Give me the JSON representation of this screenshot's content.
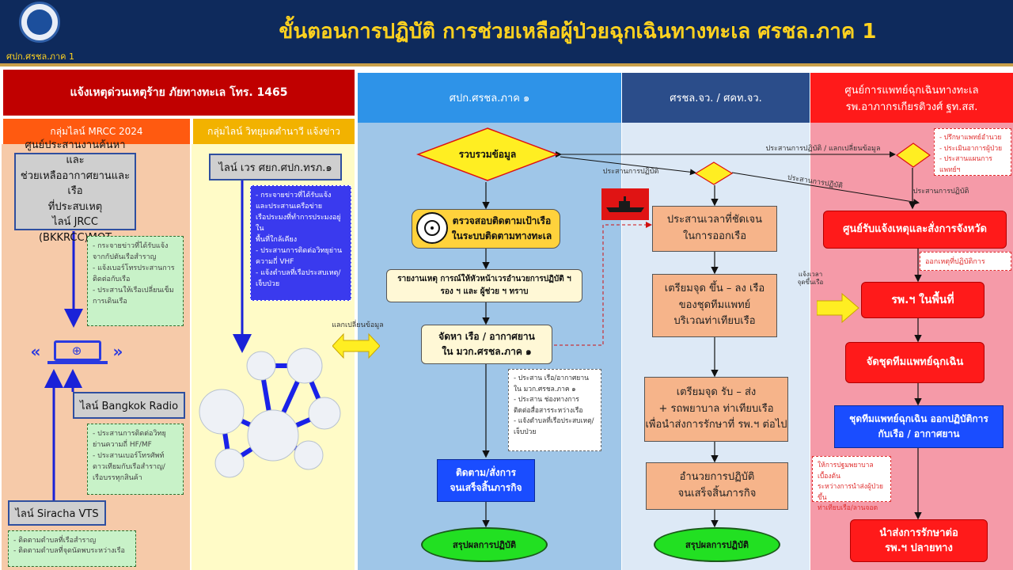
{
  "title": "ขั้นตอนการปฏิบัติ การช่วยเหลือผู้ป่วยฉุกเฉินทางทะเล ศรชล.ภาค 1",
  "logo_text": "ศปก.ศรชล.ภาค 1",
  "headers": {
    "report": "แจ้งเหตุด่วนเหตุร้าย  ภัยทางทะเล  โทร.  1465",
    "mrcc": "กลุ่มไลน์  MRCC 2024",
    "radio": "กลุ่มไลน์  วิทยุมดตำนาวี  แจ้งข่าว",
    "col3": "ศปก.ศรชล.ภาค  ๑",
    "col4": "ศรชล.จว.  / ศคท.จว.",
    "col5": "ศูนย์การแพทย์ฉุกเฉินทางทะเล\nรพ.อาภากรเกียรติวงศ์ ฐท.สส."
  },
  "col1": {
    "jrcc_box": "ศูนย์ประสานงานค้นหาและ\nช่วยเหลืออากาศยานและเรือ\nที่ประสบเหตุ\nไลน์ JRCC (BKKRCC)MOT",
    "jrcc_note": "- กระจายข่าวที่ได้รับแจ้ง\n  จากกัปตันเรือสำราญ\n- แจ้งเบอร์โทรประสานการ\n  ติดต่อกับเรือ\n- ประสานให้เรือเปลี่ยนเข็ม\n  การเดินเรือ",
    "bangkok_radio": "ไลน์ Bangkok Radio",
    "radio_note": "- ประสานการติดต่อวิทยุ\n  ย่านความถี่ HF/MF\n- ประสานเบอร์โทรศัพท์\n  ดาวเทียมกับเรือสำราญ/\n  เรือบรรทุกสินค้า",
    "siracha": "ไลน์  Siracha VTS",
    "siracha_note": "- ติดตามตำบลที่เรือสำราญ\n- ติดตามตำบลที่จุดนัดพบระหว่างเรือ"
  },
  "col2": {
    "line_box": "ไลน์ เวร ศยก.ศปก.ทรภ.๑",
    "note": "- กระจายข่าวที่ได้รับแจ้ง\n  และประสานเครือข่าย\n  เรือประมงที่ทำการประมงอยู่ใน\n  พื้นที่ใกล้เคียง\n- ประสานการติดต่อวิทยุย่าน\n  ความถี่ VHF\n- แจ้งตำบลที่เรือประสบเหตุ/\n  เจ็บป่วย"
  },
  "col3": {
    "diamond": "รวบรวมข้อมูล",
    "track": "ตรวจสอบติดตามเป้าเรือ\nในระบบติดตามทางทะเล",
    "report": "รายงานเหตุ การณ์ให้หัวหน้าเวรอำนวยการปฏิบัติ  ฯ\nรอง ฯ และ ผู้ช่วย ฯ ทราบ",
    "provide": "จัดหา เรือ / อากาศยาน\nใน มวก.ศรชล.ภาค ๑",
    "note": "- ประสาน เรือ/อากาศยาน\n  ใน มวก.ศรชล.ภาค ๑\n- ประสาน ช่องทางการ\n  ติดต่อสื่อสารระหว่างเรือ\n- แจ้งตำบลที่เรือประสบเหตุ/\n  เจ็บป่วย",
    "follow": "ติดตาม/สั่งการ\nจนเสร็จสิ้นภารกิจ",
    "summary": "สรุปผลการปฏิบัติ",
    "exchange_label": "แลกเปลี่ยนข้อมูล"
  },
  "col4": {
    "coord_label": "ประสานการปฏิบัติ",
    "time": "ประสานเวลาที่ชัดเจน\nในการออกเรือ",
    "prepare": "เตรียมจุด ขึ้น – ลง เรือ\nของชุดทีมแพทย์\nบริเวณท่าเทียบเรือ",
    "receive": "เตรียมจุด รับ – ส่ง\n+ รถพยาบาล ท่าเทียบเรือ\nเพื่อนำส่งการรักษาที่ รพ.ฯ ต่อไป",
    "command": "อำนวยการปฏิบัติ\nจนเสร็จสิ้นภารกิจ",
    "summary": "สรุปผลการปฏิบัติ",
    "notify_label": "แจ้งเวลา\nจุดขึ้นเรือ"
  },
  "col5": {
    "top_label": "ประสานการปฏิบัติ / แลกเปลี่ยนข้อมูล",
    "coord_label2": "ประสานการปฏิบัติ",
    "coord_label3": "ประสานการปฏิบัติ",
    "note_top": "- ปรึกษาแพทย์อำนวย\n- ประเมินอาการผู้ป่วย\n- ประสานแผนการแพทย์ฯ",
    "center": "ศูนย์รับแจ้งเหตุและสั่งการจังหวัด",
    "order_note": "ออกเหตุที่ปฏิบัติการ",
    "local_hosp": "รพ.ฯ ในพื้นที่",
    "team": "จัดชุดทีมแพทย์ฉุกเฉิน",
    "deploy": "ชุดทีมแพทย์ฉุกเฉิน ออกปฏิบัติการ\nกับเรือ / อากาศยาน",
    "care_note": "ให้การปฐมพยาบาลเบื้องต้น\nระหว่างการนำส่งผู้ป่วยขึ้น\nท่าเทียบเรือ/ลานจอด",
    "transfer": "นำส่งการรักษาต่อ\nรพ.ฯ ปลายทาง"
  },
  "colors": {
    "header_bg": "#0e2a5c",
    "title": "#ffd21f",
    "report_red": "#c00000",
    "col3_blue": "#2e93e8",
    "col5_red": "#ff1a1a",
    "summary_green": "#22e022"
  }
}
